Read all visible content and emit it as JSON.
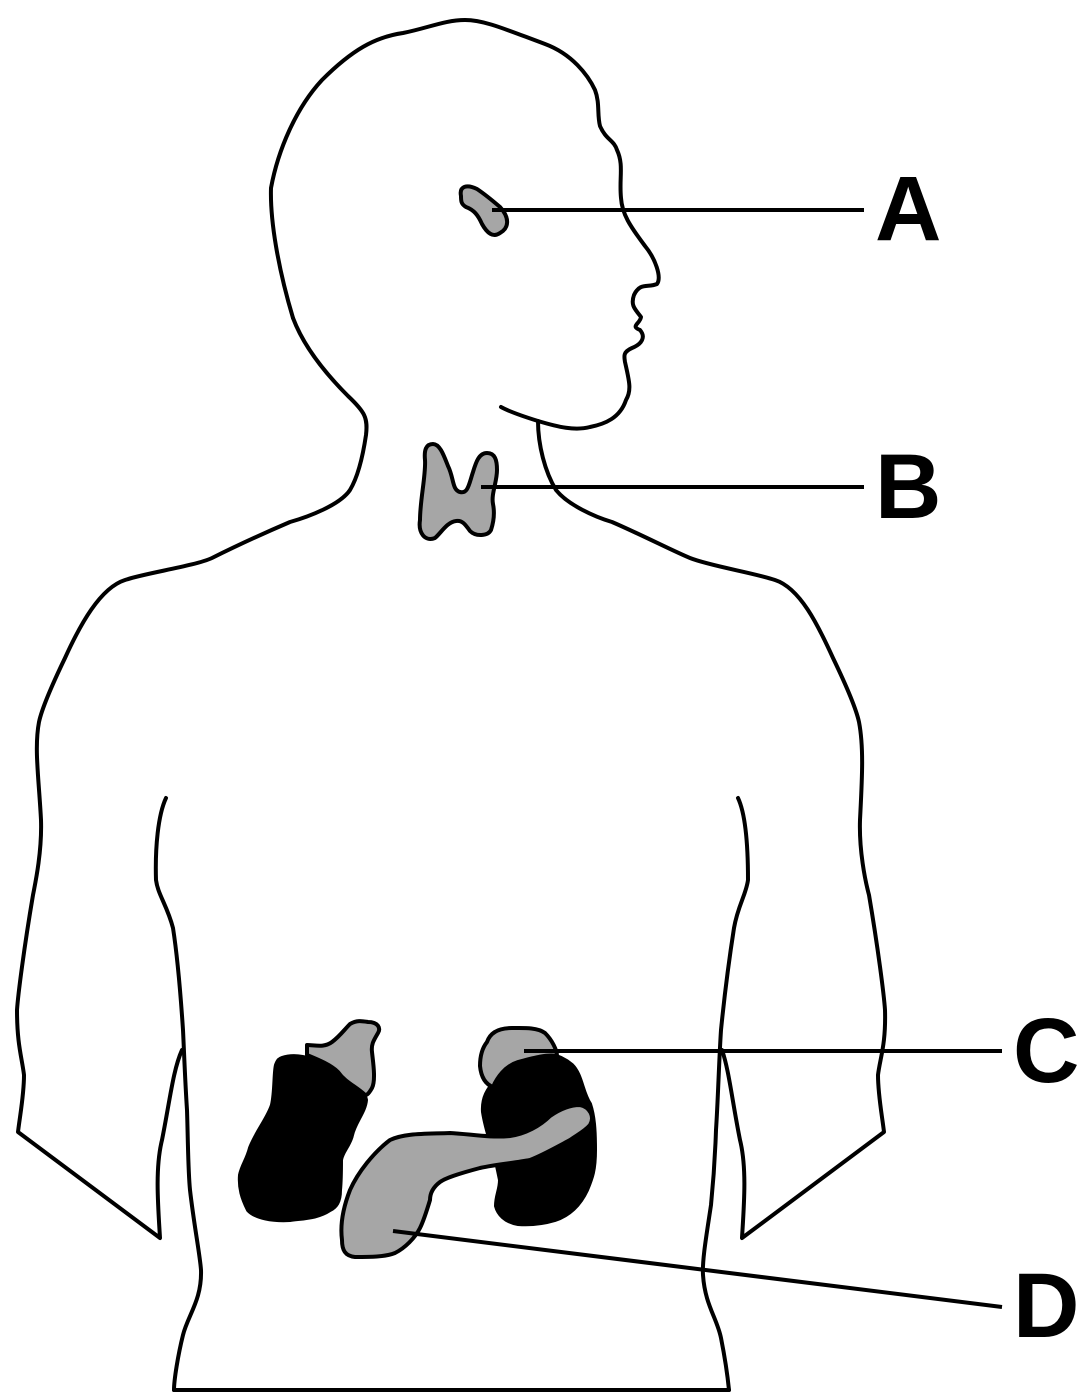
{
  "labels": {
    "a": "A",
    "b": "B",
    "c": "C",
    "d": "D"
  },
  "colors": {
    "outline": "#000000",
    "gland_fill": "#a6a6a6",
    "kidney_fill": "#000000",
    "background": "#ffffff"
  }
}
